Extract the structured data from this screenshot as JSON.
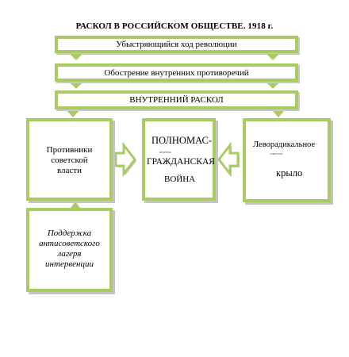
{
  "title": "РАСКОЛ В РОССИЙСКОМ ОБЩЕСТВЕ. 1918 г.",
  "bars": {
    "bar1": "Убыстряющийся ход революции",
    "bar2": "Обострение внутренних противоречий",
    "bar3": "ВНУТРЕННИЙ РАСКОЛ"
  },
  "boxes": {
    "left": {
      "line1": "Противники",
      "line2": "советской",
      "line3": "власти"
    },
    "center": {
      "line1": "ПОЛНОМАС-",
      "small": "штабная",
      "line2": "ГРАЖДАНСКАЯ",
      "line3": "ВОЙНА"
    },
    "right": {
      "line1": "Леворадикальное",
      "small": "советское",
      "line2": "крыло"
    },
    "bottom": {
      "line1": "Поддержка",
      "line2": "антисоветского",
      "line3": "лагеря",
      "line4": "интервенции"
    }
  },
  "colors": {
    "border": "#a8cc63",
    "shadow": "#c4c4c4"
  }
}
